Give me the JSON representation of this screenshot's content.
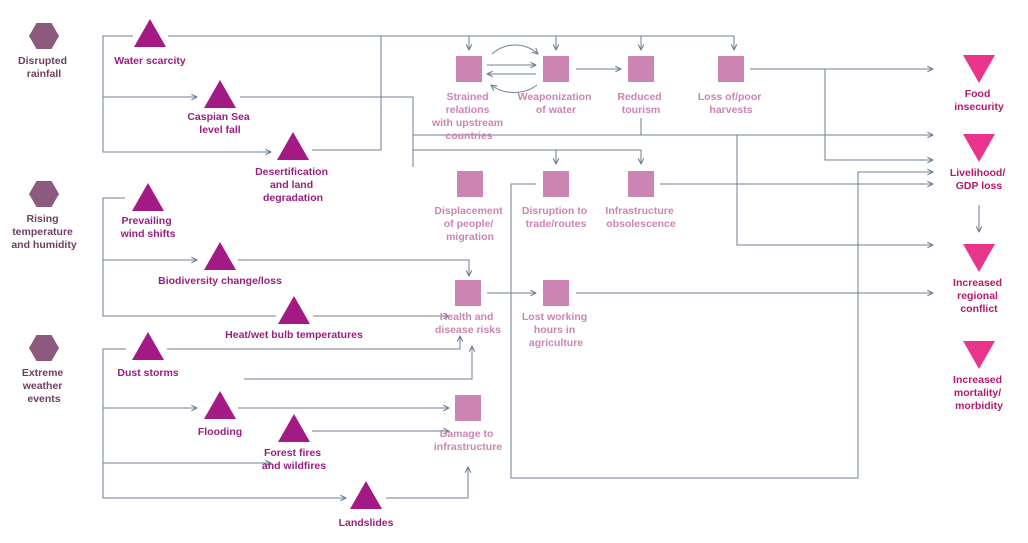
{
  "colors": {
    "driver": "#8c5a7f",
    "hazard": "#a31a84",
    "impact": "#cc85b2",
    "outcome": "#e8358b",
    "connector": "#6f7f95"
  },
  "drivers": [
    {
      "id": "rain",
      "lines": [
        "Disrupted",
        "rainfall"
      ]
    },
    {
      "id": "heat",
      "lines": [
        "Rising",
        "temperature",
        "and humidity"
      ]
    },
    {
      "id": "extreme",
      "lines": [
        "Extreme",
        "weather",
        "events"
      ]
    }
  ],
  "hazards": [
    {
      "id": "water",
      "lines": [
        "Water scarcity"
      ]
    },
    {
      "id": "caspian",
      "lines": [
        "Caspian Sea",
        "level fall"
      ]
    },
    {
      "id": "desert",
      "lines": [
        "Desertification",
        "and land",
        "degradation"
      ]
    },
    {
      "id": "wind",
      "lines": [
        "Prevailing",
        "wind shifts"
      ]
    },
    {
      "id": "biodiv",
      "lines": [
        "Biodiversity change/loss"
      ]
    },
    {
      "id": "bulb",
      "lines": [
        "Heat/wet bulb temperatures"
      ]
    },
    {
      "id": "dust",
      "lines": [
        "Dust storms"
      ]
    },
    {
      "id": "flood",
      "lines": [
        "Flooding"
      ]
    },
    {
      "id": "fire",
      "lines": [
        "Forest fires",
        "and wildfires"
      ]
    },
    {
      "id": "slide",
      "lines": [
        "Landslides"
      ]
    }
  ],
  "impacts": [
    {
      "id": "strained",
      "lines": [
        "Strained",
        "relations",
        "with upstream",
        "countries"
      ]
    },
    {
      "id": "weapon",
      "lines": [
        "Weaponization",
        "of water"
      ]
    },
    {
      "id": "tourism",
      "lines": [
        "Reduced",
        "tourism"
      ]
    },
    {
      "id": "harvest",
      "lines": [
        "Loss of/poor",
        "harvests"
      ]
    },
    {
      "id": "displace",
      "lines": [
        "Displacement",
        "of people/",
        "migration"
      ]
    },
    {
      "id": "trade",
      "lines": [
        "Disruption to",
        "trade/routes"
      ]
    },
    {
      "id": "infra",
      "lines": [
        "Infrastructure",
        "obsolescence"
      ]
    },
    {
      "id": "health",
      "lines": [
        "Health and",
        "disease risks"
      ]
    },
    {
      "id": "hours",
      "lines": [
        "Lost working",
        "hours in",
        "agriculture"
      ]
    },
    {
      "id": "damage",
      "lines": [
        "Damage to",
        "infrastructure"
      ]
    }
  ],
  "outcomes": [
    {
      "id": "food",
      "lines": [
        "Food",
        "insecurity"
      ]
    },
    {
      "id": "gdp",
      "lines": [
        "Livelihood/",
        "GDP loss"
      ]
    },
    {
      "id": "conflict",
      "lines": [
        "Increased",
        "regional",
        "conflict"
      ]
    },
    {
      "id": "mortality",
      "lines": [
        "Increased",
        "mortality/",
        "morbidity"
      ]
    }
  ]
}
